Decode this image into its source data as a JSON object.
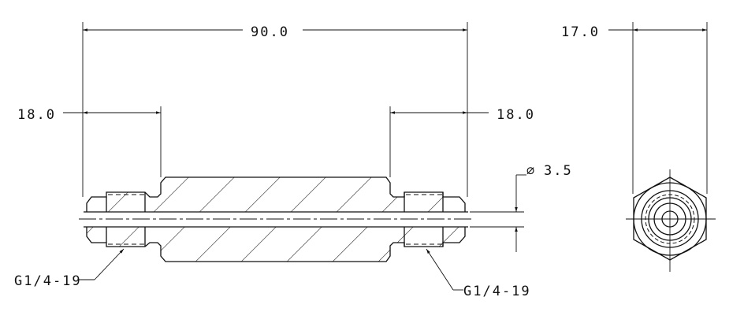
{
  "dimensions": {
    "overall_length": "90.0",
    "left_thread_length": "18.0",
    "right_thread_length": "18.0",
    "hex_width": "17.0",
    "bore_symbol": "∅",
    "bore_diameter": "3.5",
    "left_thread": "G1/4-19",
    "right_thread": "G1/4-19"
  },
  "colors": {
    "line": "#111111",
    "background": "#ffffff"
  }
}
